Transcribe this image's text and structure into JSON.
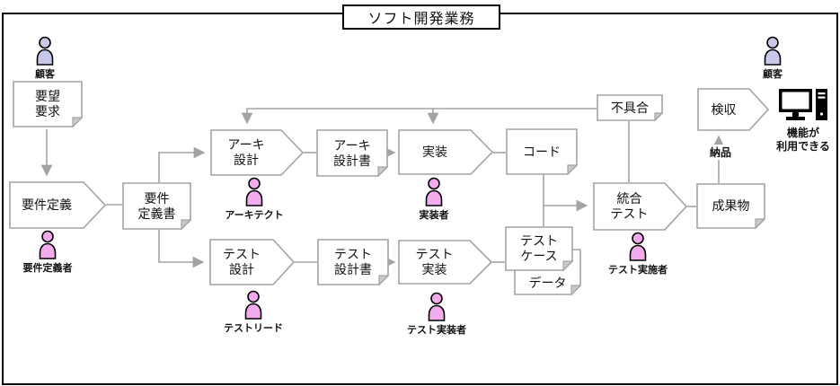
{
  "title": "ソフト開発業務",
  "colors": {
    "customer_fill": "#c8c8e8",
    "role_fill": "#f2acee",
    "wire_gray": "#a3a3a3",
    "fold_gray": "#c9c9c9",
    "black": "#000000"
  },
  "processes": {
    "req_def": {
      "label": "要件定義"
    },
    "arch_design": {
      "label": "アーキ\n設計"
    },
    "impl": {
      "label": "実装"
    },
    "test_design": {
      "label": "テスト\n設計"
    },
    "test_impl": {
      "label": "テスト\n実装"
    },
    "integration": {
      "label": "統合\nテスト"
    },
    "acceptance": {
      "label": "検収"
    }
  },
  "documents": {
    "request": {
      "label": "要望\n要求"
    },
    "req_spec": {
      "label": "要件\n定義書"
    },
    "arch_spec": {
      "label": "アーキ\n設計書"
    },
    "code": {
      "label": "コード"
    },
    "test_spec": {
      "label": "テスト\n設計書"
    },
    "test_case": {
      "label": "テスト\nケース"
    },
    "data": {
      "label": "データ"
    },
    "defect": {
      "label": "不具合"
    },
    "deliverable": {
      "label": "成果物"
    }
  },
  "actors": {
    "customer_left": {
      "label": "顧客"
    },
    "customer_right": {
      "label": "顧客"
    },
    "req_definer": {
      "label": "要件定義者"
    },
    "architect": {
      "label": "アーキテクト"
    },
    "implementer": {
      "label": "実装者"
    },
    "test_lead": {
      "label": "テストリード"
    },
    "test_implementer": {
      "label": "テスト実装者"
    },
    "test_executor": {
      "label": "テスト実施者"
    }
  },
  "edge_labels": {
    "delivery": "納品"
  },
  "end_state": {
    "label": "機能が\n利用できる"
  }
}
